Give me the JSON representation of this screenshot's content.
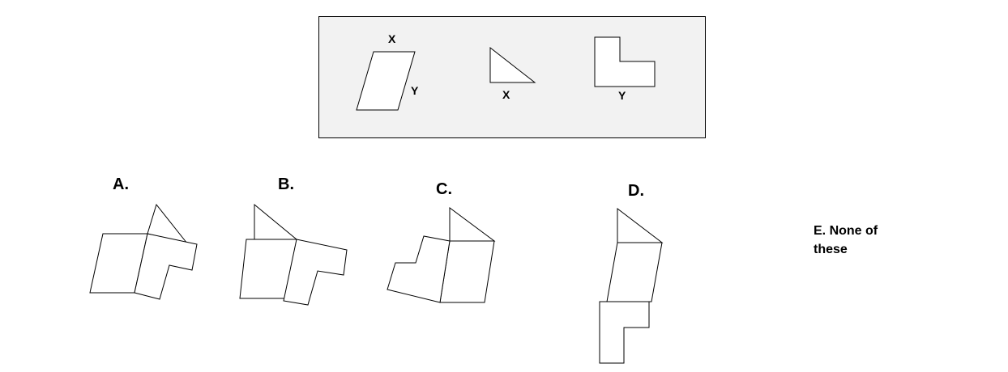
{
  "reference": {
    "label_parallelogram_top": "X",
    "label_parallelogram_side": "Y",
    "label_triangle": "X",
    "label_lshape": "Y"
  },
  "options": {
    "a": "A.",
    "b": "B.",
    "c": "C.",
    "d": "D.",
    "e": "E. None of these"
  }
}
